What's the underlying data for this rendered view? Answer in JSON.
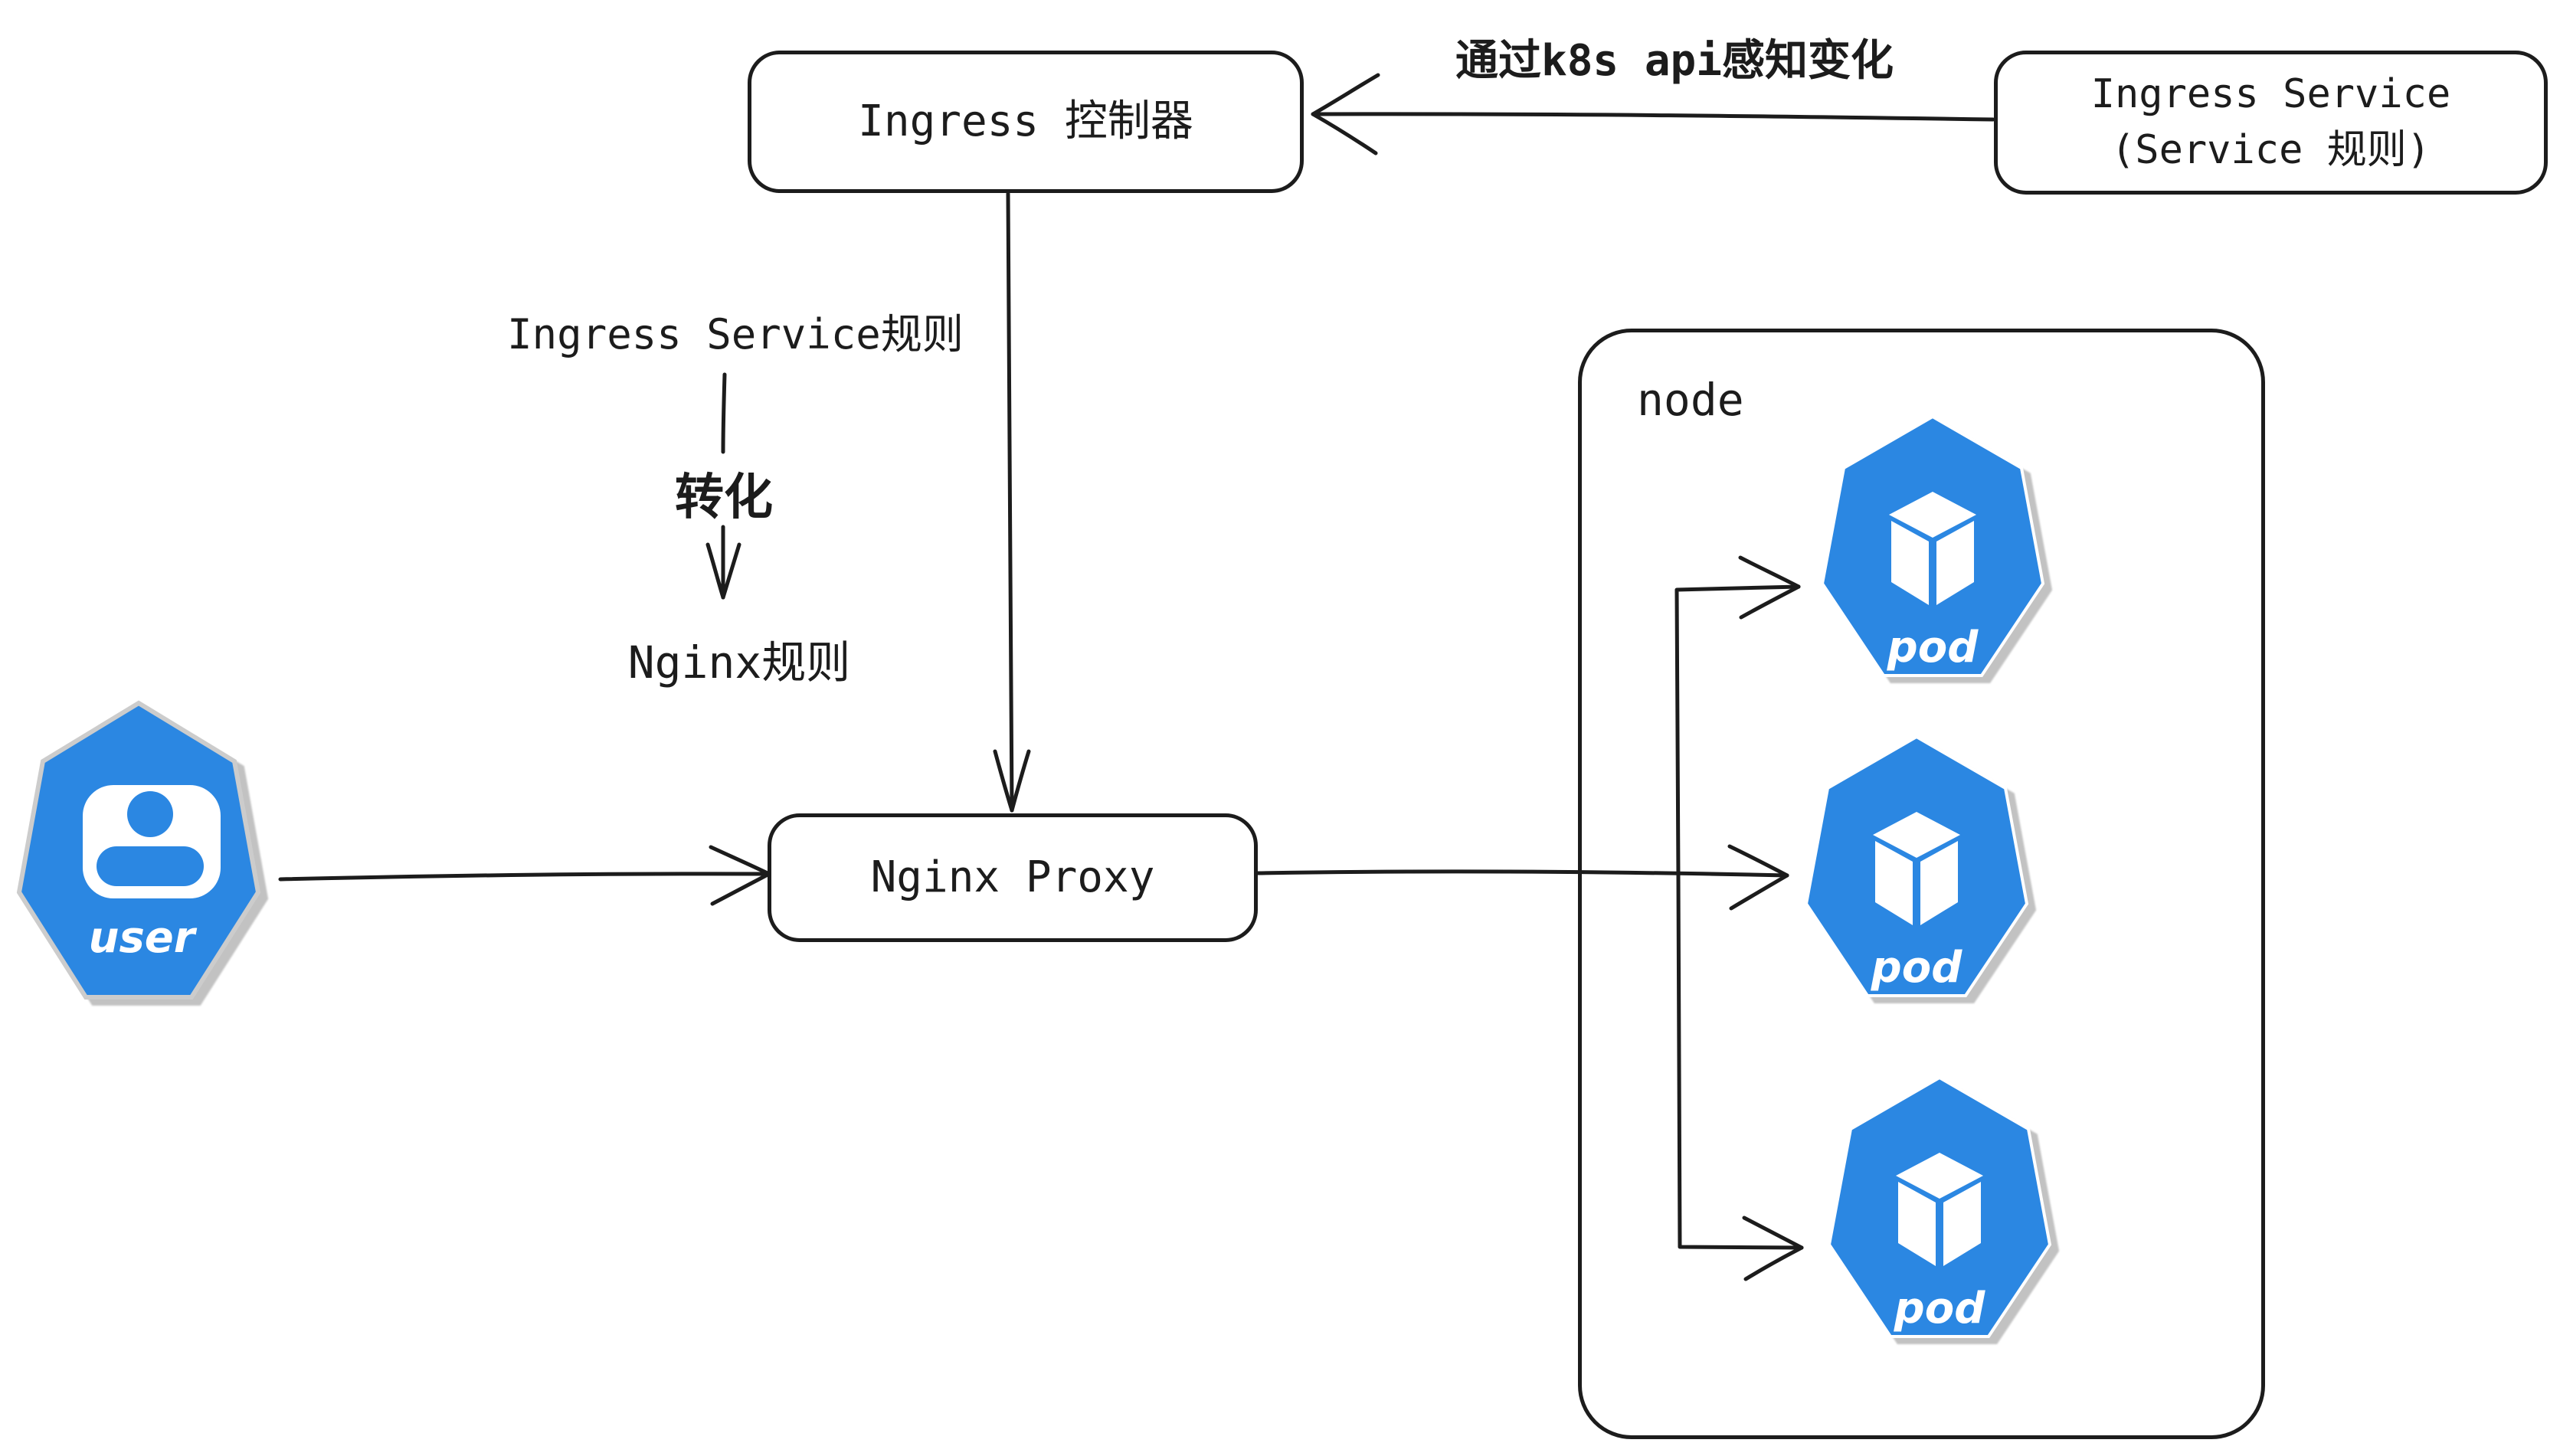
{
  "colors": {
    "accent_blue": "#2B87E2",
    "ink": "#1c1c1c",
    "shadow_gray": "#c2c2c2",
    "background": "#ffffff"
  },
  "nodes": {
    "ingress_controller": {
      "label": "Ingress 控制器"
    },
    "ingress_service": {
      "line1": "Ingress Service",
      "line2": "(Service 规则)"
    },
    "nginx_proxy": {
      "label": "Nginx Proxy"
    },
    "node_box": {
      "label": "node"
    },
    "user_icon": {
      "label": "user"
    },
    "pods": [
      {
        "label": "pod"
      },
      {
        "label": "pod"
      },
      {
        "label": "pod"
      }
    ]
  },
  "annotations": {
    "api_watch": "通过k8s api感知变化",
    "ingress_rules": "Ingress Service规则",
    "transform": "转化",
    "nginx_rules": "Nginx规则"
  }
}
